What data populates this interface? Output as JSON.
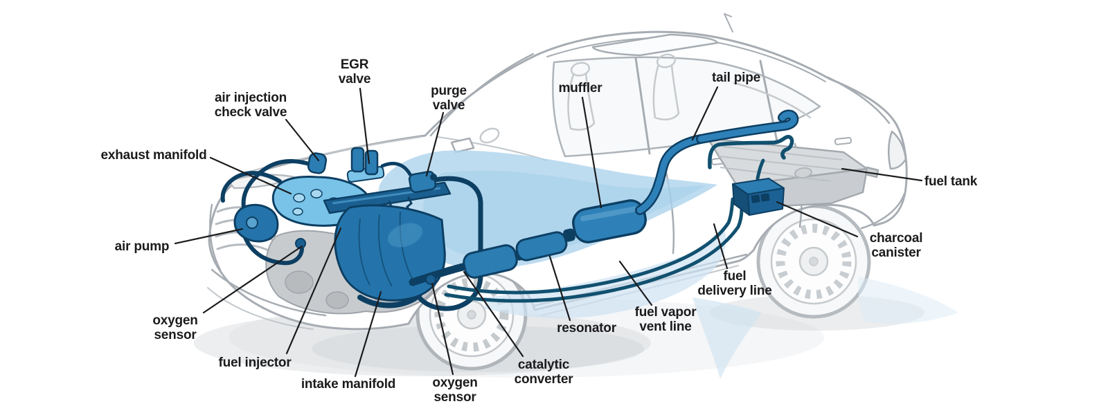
{
  "labels": [
    {
      "id": "egr-valve",
      "lines": [
        "EGR",
        "valve"
      ]
    },
    {
      "id": "air-injection-check-valve",
      "lines": [
        "air injection",
        "check valve"
      ]
    },
    {
      "id": "purge-valve",
      "lines": [
        "purge",
        "valve"
      ]
    },
    {
      "id": "muffler",
      "lines": [
        "muffler"
      ]
    },
    {
      "id": "tail-pipe",
      "lines": [
        "tail pipe"
      ]
    },
    {
      "id": "exhaust-manifold",
      "lines": [
        "exhaust manifold"
      ]
    },
    {
      "id": "fuel-tank",
      "lines": [
        "fuel tank"
      ]
    },
    {
      "id": "air-pump",
      "lines": [
        "air pump"
      ]
    },
    {
      "id": "charcoal-canister",
      "lines": [
        "charcoal",
        "canister"
      ]
    },
    {
      "id": "oxygen-sensor-front",
      "lines": [
        "oxygen",
        "sensor"
      ]
    },
    {
      "id": "fuel-delivery-line",
      "lines": [
        "fuel",
        "delivery line"
      ]
    },
    {
      "id": "fuel-injector",
      "lines": [
        "fuel injector"
      ]
    },
    {
      "id": "fuel-vapor-vent-line",
      "lines": [
        "fuel vapor",
        "vent line"
      ]
    },
    {
      "id": "resonator",
      "lines": [
        "resonator"
      ]
    },
    {
      "id": "intake-manifold",
      "lines": [
        "intake manifold"
      ]
    },
    {
      "id": "oxygen-sensor-rear",
      "lines": [
        "oxygen",
        "sensor"
      ]
    },
    {
      "id": "catalytic-converter",
      "lines": [
        "catalytic",
        "converter"
      ]
    }
  ],
  "colors": {
    "highlight_blue_light": "#7cc4e8",
    "highlight_blue": "#2b7db2",
    "highlight_blue_deep": "#1c6194",
    "outline_navy": "#0d3f63",
    "dark_line_teal": "#11506f",
    "car_outline_gray": "#a6acb2",
    "wash_blue": "#aed3ec",
    "tank_gray": "#d8dbde",
    "shadow_gray": "#d2d6d9",
    "label_text": "#1b1b1d"
  }
}
